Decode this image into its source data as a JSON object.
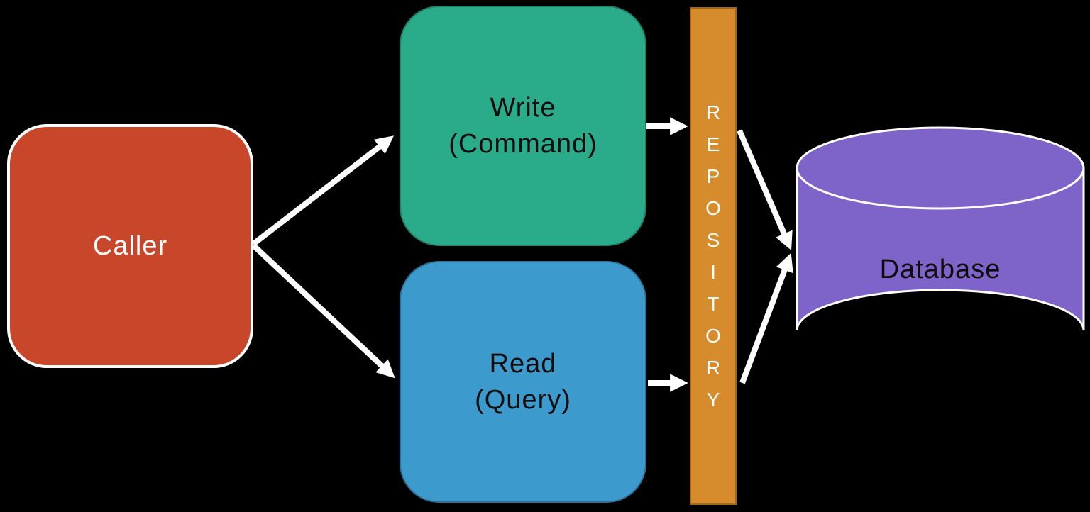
{
  "diagram": {
    "title": "CQRS read/write flow diagram",
    "background_color": "#000000",
    "connector_color": "#FFFFFF",
    "nodes": {
      "caller": {
        "label": "Caller",
        "fill": "#C8472A",
        "text_color": "#FFFFFF",
        "shape": "rounded-rectangle"
      },
      "write": {
        "line1": "Write",
        "line2": "(Command)",
        "fill": "#2AAC8B",
        "text_color": "#0D0D0D",
        "shape": "rounded-rectangle"
      },
      "read": {
        "line1": "Read",
        "line2": "(Query)",
        "fill": "#3C9ACC",
        "text_color": "#0D0D0D",
        "shape": "rounded-rectangle"
      },
      "repository": {
        "label": "REPOSITORY",
        "letters": [
          "R",
          "E",
          "P",
          "O",
          "S",
          "I",
          "T",
          "O",
          "R",
          "Y"
        ],
        "fill": "#D68C2C",
        "text_color": "#FFFFFF",
        "shape": "vertical-bar"
      },
      "database": {
        "label": "Database",
        "fill": "#7E63C8",
        "text_color": "#0D0D0D",
        "shape": "cylinder"
      }
    },
    "connections": [
      {
        "from": "caller",
        "to": "write"
      },
      {
        "from": "caller",
        "to": "read"
      },
      {
        "from": "write",
        "to": "repository"
      },
      {
        "from": "read",
        "to": "repository"
      },
      {
        "from": "repository",
        "to": "database",
        "via": "write-path"
      },
      {
        "from": "repository",
        "to": "database",
        "via": "read-path"
      }
    ]
  }
}
